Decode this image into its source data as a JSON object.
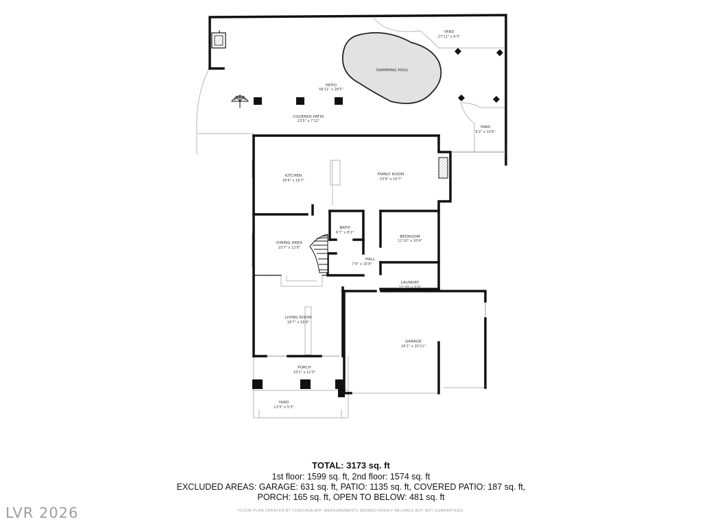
{
  "rooms": {
    "yard_top": {
      "name": "YARD",
      "dims": "27'11\" x 6'3\""
    },
    "swimming_pool": {
      "name": "SWIMMING POOL"
    },
    "patio": {
      "name": "PATIO",
      "dims": "58'11\" x 28'5\""
    },
    "covered_patio": {
      "name": "COVERED PATIO",
      "dims": "23'5\" x 7'11\""
    },
    "yard_right": {
      "name": "YARD",
      "dims": "9'2\" x 10'6\""
    },
    "kitchen": {
      "name": "KITCHEN",
      "dims": "16'6\" x 16'7\""
    },
    "family_room": {
      "name": "FAMILY ROOM",
      "dims": "23'9\" x 16'7\""
    },
    "bath": {
      "name": "BATH",
      "dims": "6'7\" x 8'2\""
    },
    "bedroom": {
      "name": "BEDROOM",
      "dims": "11'10\" x 10'4\""
    },
    "dining_area": {
      "name": "DINING AREA",
      "dims": "15'7\" x 12'8\""
    },
    "hall": {
      "name": "HALL",
      "dims": "7'9\" x 15'8\""
    },
    "laundry": {
      "name": "LAUNDRY",
      "dims": "11'10\" x 5'9\""
    },
    "living_room": {
      "name": "LIVING ROOM",
      "dims": "18'7\" x 16'6\""
    },
    "garage": {
      "name": "GARAGE",
      "dims": "29'1\" x 20'11\""
    },
    "porch": {
      "name": "PORCH",
      "dims": "19'1\" x 12'3\""
    },
    "yard_bottom": {
      "name": "YARD",
      "dims": "13'3\" x 5'3\""
    }
  },
  "summary": {
    "total": "TOTAL: 3173 sq. ft",
    "line1": "1st floor: 1599 sq. ft, 2nd floor: 1574 sq. ft",
    "line2": "EXCLUDED AREAS: GARAGE: 631 sq. ft, PATIO: 1135 sq. ft, COVERED PATIO: 187 sq. ft,",
    "line3": "PORCH: 165 sq. ft, OPEN TO BELOW: 481 sq. ft"
  },
  "disclaimer": "FLOOR PLAN CREATED BY CUBICASA APP. MEASUREMENTS DEEMED HIGHLY RELIABLE BUT NOT GUARANTEED.",
  "watermark": "LVR 2026",
  "colors": {
    "wall": "#111111",
    "thin_line": "#b5b5b5",
    "pool_fill": "#e2e2e2",
    "hatch": "#888888"
  }
}
